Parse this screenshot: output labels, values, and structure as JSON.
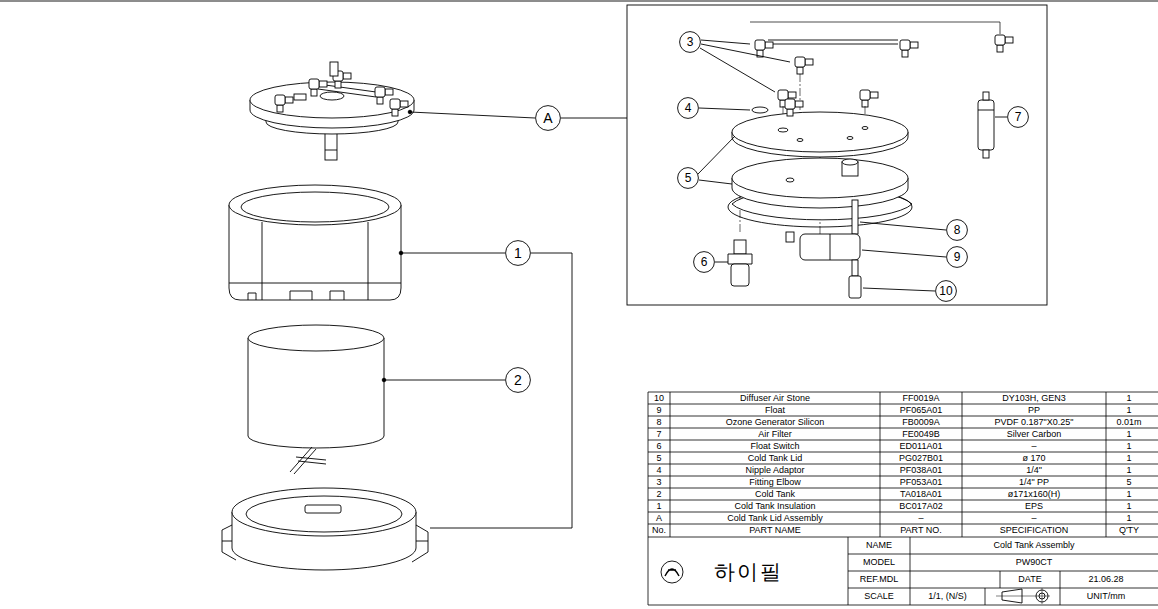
{
  "diagram": {
    "nodes": [
      {
        "text": [
          "A"
        ]
      },
      {
        "text": [
          "1"
        ]
      },
      {
        "text": [
          "2"
        ]
      },
      {
        "text": [
          "3"
        ]
      },
      {
        "text": [
          "4"
        ]
      },
      {
        "text": [
          "5"
        ]
      },
      {
        "text": [
          "6"
        ]
      },
      {
        "text": [
          "7"
        ]
      },
      {
        "text": [
          "8"
        ]
      },
      {
        "text": [
          "9"
        ]
      },
      {
        "text": [
          "10"
        ]
      }
    ],
    "labels": [
      "10",
      "Diffuser Air Stone",
      "FF0019A",
      "DY103H, GEN3",
      "1",
      "9",
      "Float",
      "PF065A01",
      "PP",
      "1",
      "8",
      "Ozone Generator Silicon",
      "FB0009A",
      "PVDF 0.187\"X0.25\"",
      "0.01m",
      "7",
      "Air Filter",
      "FE0049B",
      "Silver Carbon",
      "1",
      "6",
      "Float Switch",
      "ED011A01",
      "–",
      "1",
      "5",
      "Cold Tank Lid",
      "PG027B01",
      "ø 170",
      "1",
      "4",
      "Nipple Adaptor",
      "PF038A01",
      "1/4\"",
      "1",
      "3",
      "Fitting Elbow",
      "PF053A01",
      "1/4\" PP",
      "5",
      "2",
      "Cold Tank",
      "TA018A01",
      "ø171x160(H)",
      "1",
      "1",
      "Cold Tank Insulation",
      "BC017A02",
      "EPS",
      "1",
      "A",
      "Cold Tank Lid Assembly",
      "–",
      "–",
      "1",
      "No.",
      "PART NAME",
      "PART NO.",
      "SPECIFICATION",
      "Q'TY",
      "NAME",
      "Cold Tank Assembly",
      "MODEL",
      "PW90CT",
      "REF.MDL",
      "DATE",
      "21.06.28",
      "SCALE",
      "1/1, (N/S)",
      "UNIT/mm",
      "하이필"
    ]
  }
}
